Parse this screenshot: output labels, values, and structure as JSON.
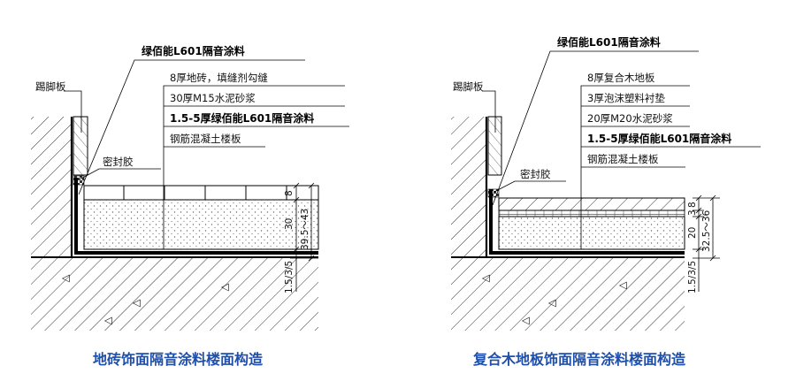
{
  "left": {
    "top_label": "绿佰能L601隔音涂料",
    "baseboard": "踢脚板",
    "sealant": "密封胶",
    "layers": [
      "8厚地砖，填缝剂勾缝",
      "30厚M15水泥砂浆",
      "1.5-5厚绿佰能L601隔音涂料",
      "钢筋混凝土楼板"
    ],
    "dims": {
      "a": "8",
      "b": "30",
      "total": "39.5～43",
      "coat": "1.5/3/5"
    },
    "caption": "地砖饰面隔音涂料楼面构造"
  },
  "right": {
    "top_label": "绿佰能L601隔音涂料",
    "baseboard": "踢脚板",
    "sealant": "密封胶",
    "layers": [
      "8厚复合木地板",
      "3厚泡沫塑料衬垫",
      "20厚M20水泥砂浆",
      "1.5-5厚绿佰能L601隔音涂料",
      "钢筋混凝土楼板"
    ],
    "dims": {
      "a": "3",
      "b": "8",
      "c": "20",
      "total": "32.5～36",
      "coat": "1.5/3/5"
    },
    "caption": "复合木地板饰面隔音涂料楼面构造"
  }
}
